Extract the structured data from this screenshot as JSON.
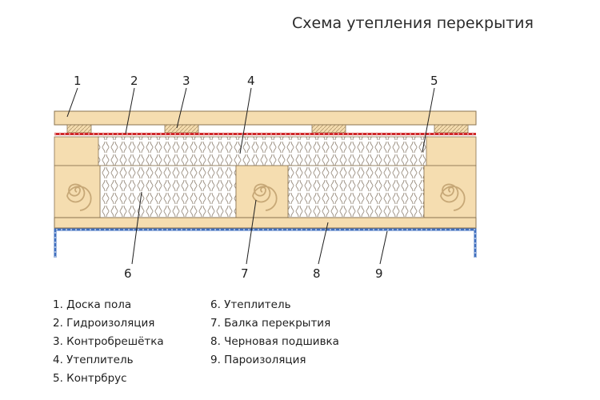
{
  "title": "Схема утепления перекрытия",
  "callouts": [
    "1",
    "2",
    "3",
    "4",
    "5",
    "6",
    "7",
    "8",
    "9"
  ],
  "legend_left": [
    "1. Доска пола",
    "2. Гидроизоляция",
    "3. Контробрешётка",
    "4. Утеплитель",
    "5. Контрбрус"
  ],
  "legend_right": [
    "6. Утеплитель",
    "7. Балка перекрытия",
    "8. Черновая подшивка",
    "9. Пароизоляция"
  ],
  "colors": {
    "wood": "#f5ddb0",
    "wood_outline": "#8a7351",
    "waterproofing": "#d0282a",
    "vapor_barrier": "#3f6fbf",
    "insulation_fill": "#ffffff",
    "insulation_line": "#9a8e80",
    "beam_swirl": "#c7a877"
  }
}
